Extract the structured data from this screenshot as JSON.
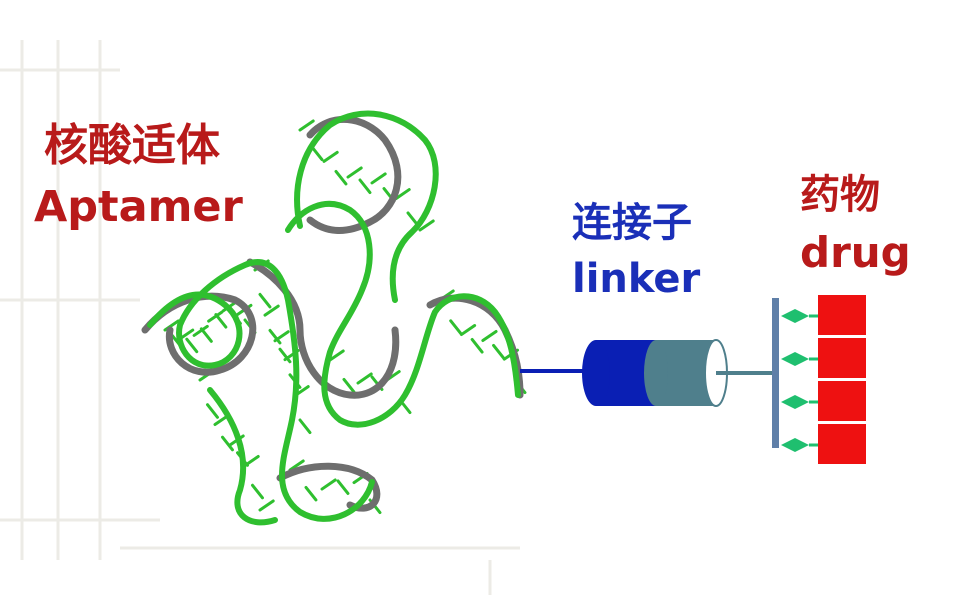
{
  "labels": {
    "aptamer_zh": "核酸适体",
    "aptamer_en": "Aptamer",
    "linker_zh": "连接子",
    "linker_en": "linker",
    "drug_zh": "药物",
    "drug_en": "drug"
  },
  "colors": {
    "aptamer_label": "#b81a1a",
    "linker_label": "#1a2fb8",
    "drug_label": "#b81a1a",
    "rna_strand": "#2fbf2f",
    "rna_backbone": "#6e6e6e",
    "linker_dark": "#0a1fb4",
    "linker_teal": "#4f7f8c",
    "drug_block": "#ee1111",
    "connector_diamond": "#1fbf6f",
    "plate": "#5f7fa8"
  },
  "icons": {
    "aptamer": "rna-aptamer-ribbon-icon",
    "linker": "linker-cylinder-icon",
    "drug": "drug-block-icon",
    "connector": "diamond-connector-icon"
  },
  "drug_block_count": 4
}
